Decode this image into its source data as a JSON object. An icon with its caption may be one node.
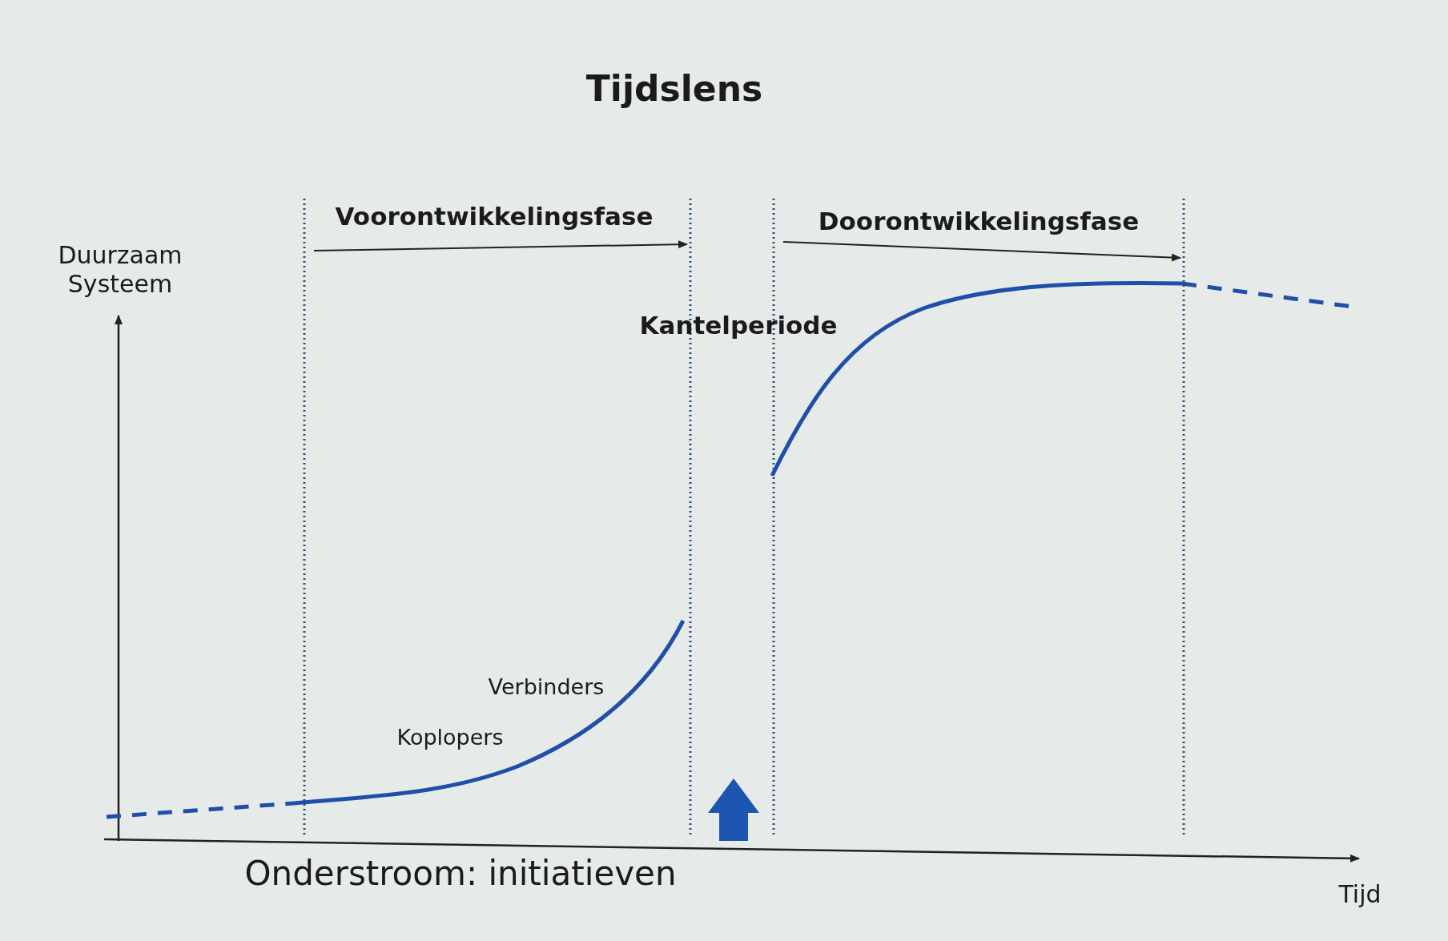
{
  "diagram": {
    "title": "Tijdslens",
    "labels": [
      "Voorontwikkelingsfase",
      "Doorontwikkelingsfase",
      "Duurzaam Systeem",
      "Kantelperiode",
      "Verbinders",
      "Koplopers",
      "Onderstroom: initiatieven",
      "Tijd"
    ]
  }
}
